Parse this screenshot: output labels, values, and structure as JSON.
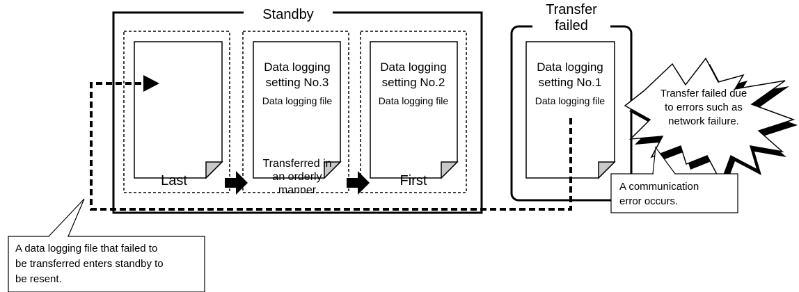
{
  "standby": {
    "title": "Standby",
    "files": [
      {
        "setting_line1": "",
        "setting_line2": "",
        "file_label": ""
      },
      {
        "setting_line1": "Data logging",
        "setting_line2": "setting No.3",
        "file_label": "Data logging file"
      },
      {
        "setting_line1": "Data logging",
        "setting_line2": "setting No.2",
        "file_label": "Data logging file"
      }
    ]
  },
  "transfer_failed": {
    "title_line1": "Transfer",
    "title_line2": "failed",
    "file": {
      "setting_line1": "Data logging",
      "setting_line2": "setting No.1",
      "file_label": "Data logging file"
    }
  },
  "flow": {
    "last": "Last",
    "middle_line1": "Transferred in",
    "middle_line2": "an orderly",
    "middle_line3": "manner",
    "first": "First"
  },
  "burst": {
    "line1": "Transfer failed due",
    "line2": "to errors such as",
    "line3": "network failure."
  },
  "callouts": {
    "comm_error_line1": "A communication",
    "comm_error_line2": "error occurs.",
    "resend_line1": "A data logging file that failed to",
    "resend_line2": "be transferred enters standby to",
    "resend_line3": "be resent."
  }
}
